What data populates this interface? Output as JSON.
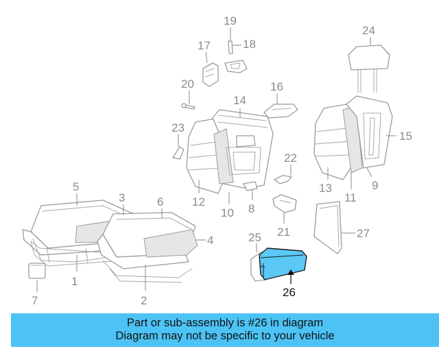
{
  "diagram": {
    "highlighted_part": "26",
    "highlight_color": "#5bc8f5",
    "callouts": [
      "1",
      "2",
      "3",
      "4",
      "5",
      "6",
      "7",
      "8",
      "9",
      "10",
      "11",
      "12",
      "13",
      "14",
      "15",
      "16",
      "17",
      "18",
      "19",
      "20",
      "21",
      "22",
      "23",
      "24",
      "25",
      "26",
      "27"
    ]
  },
  "banner": {
    "line1": "Part or sub-assembly is #26 in diagram",
    "line2": "Diagram may not be specific to your vehicle",
    "background": "#4dc3f5"
  }
}
